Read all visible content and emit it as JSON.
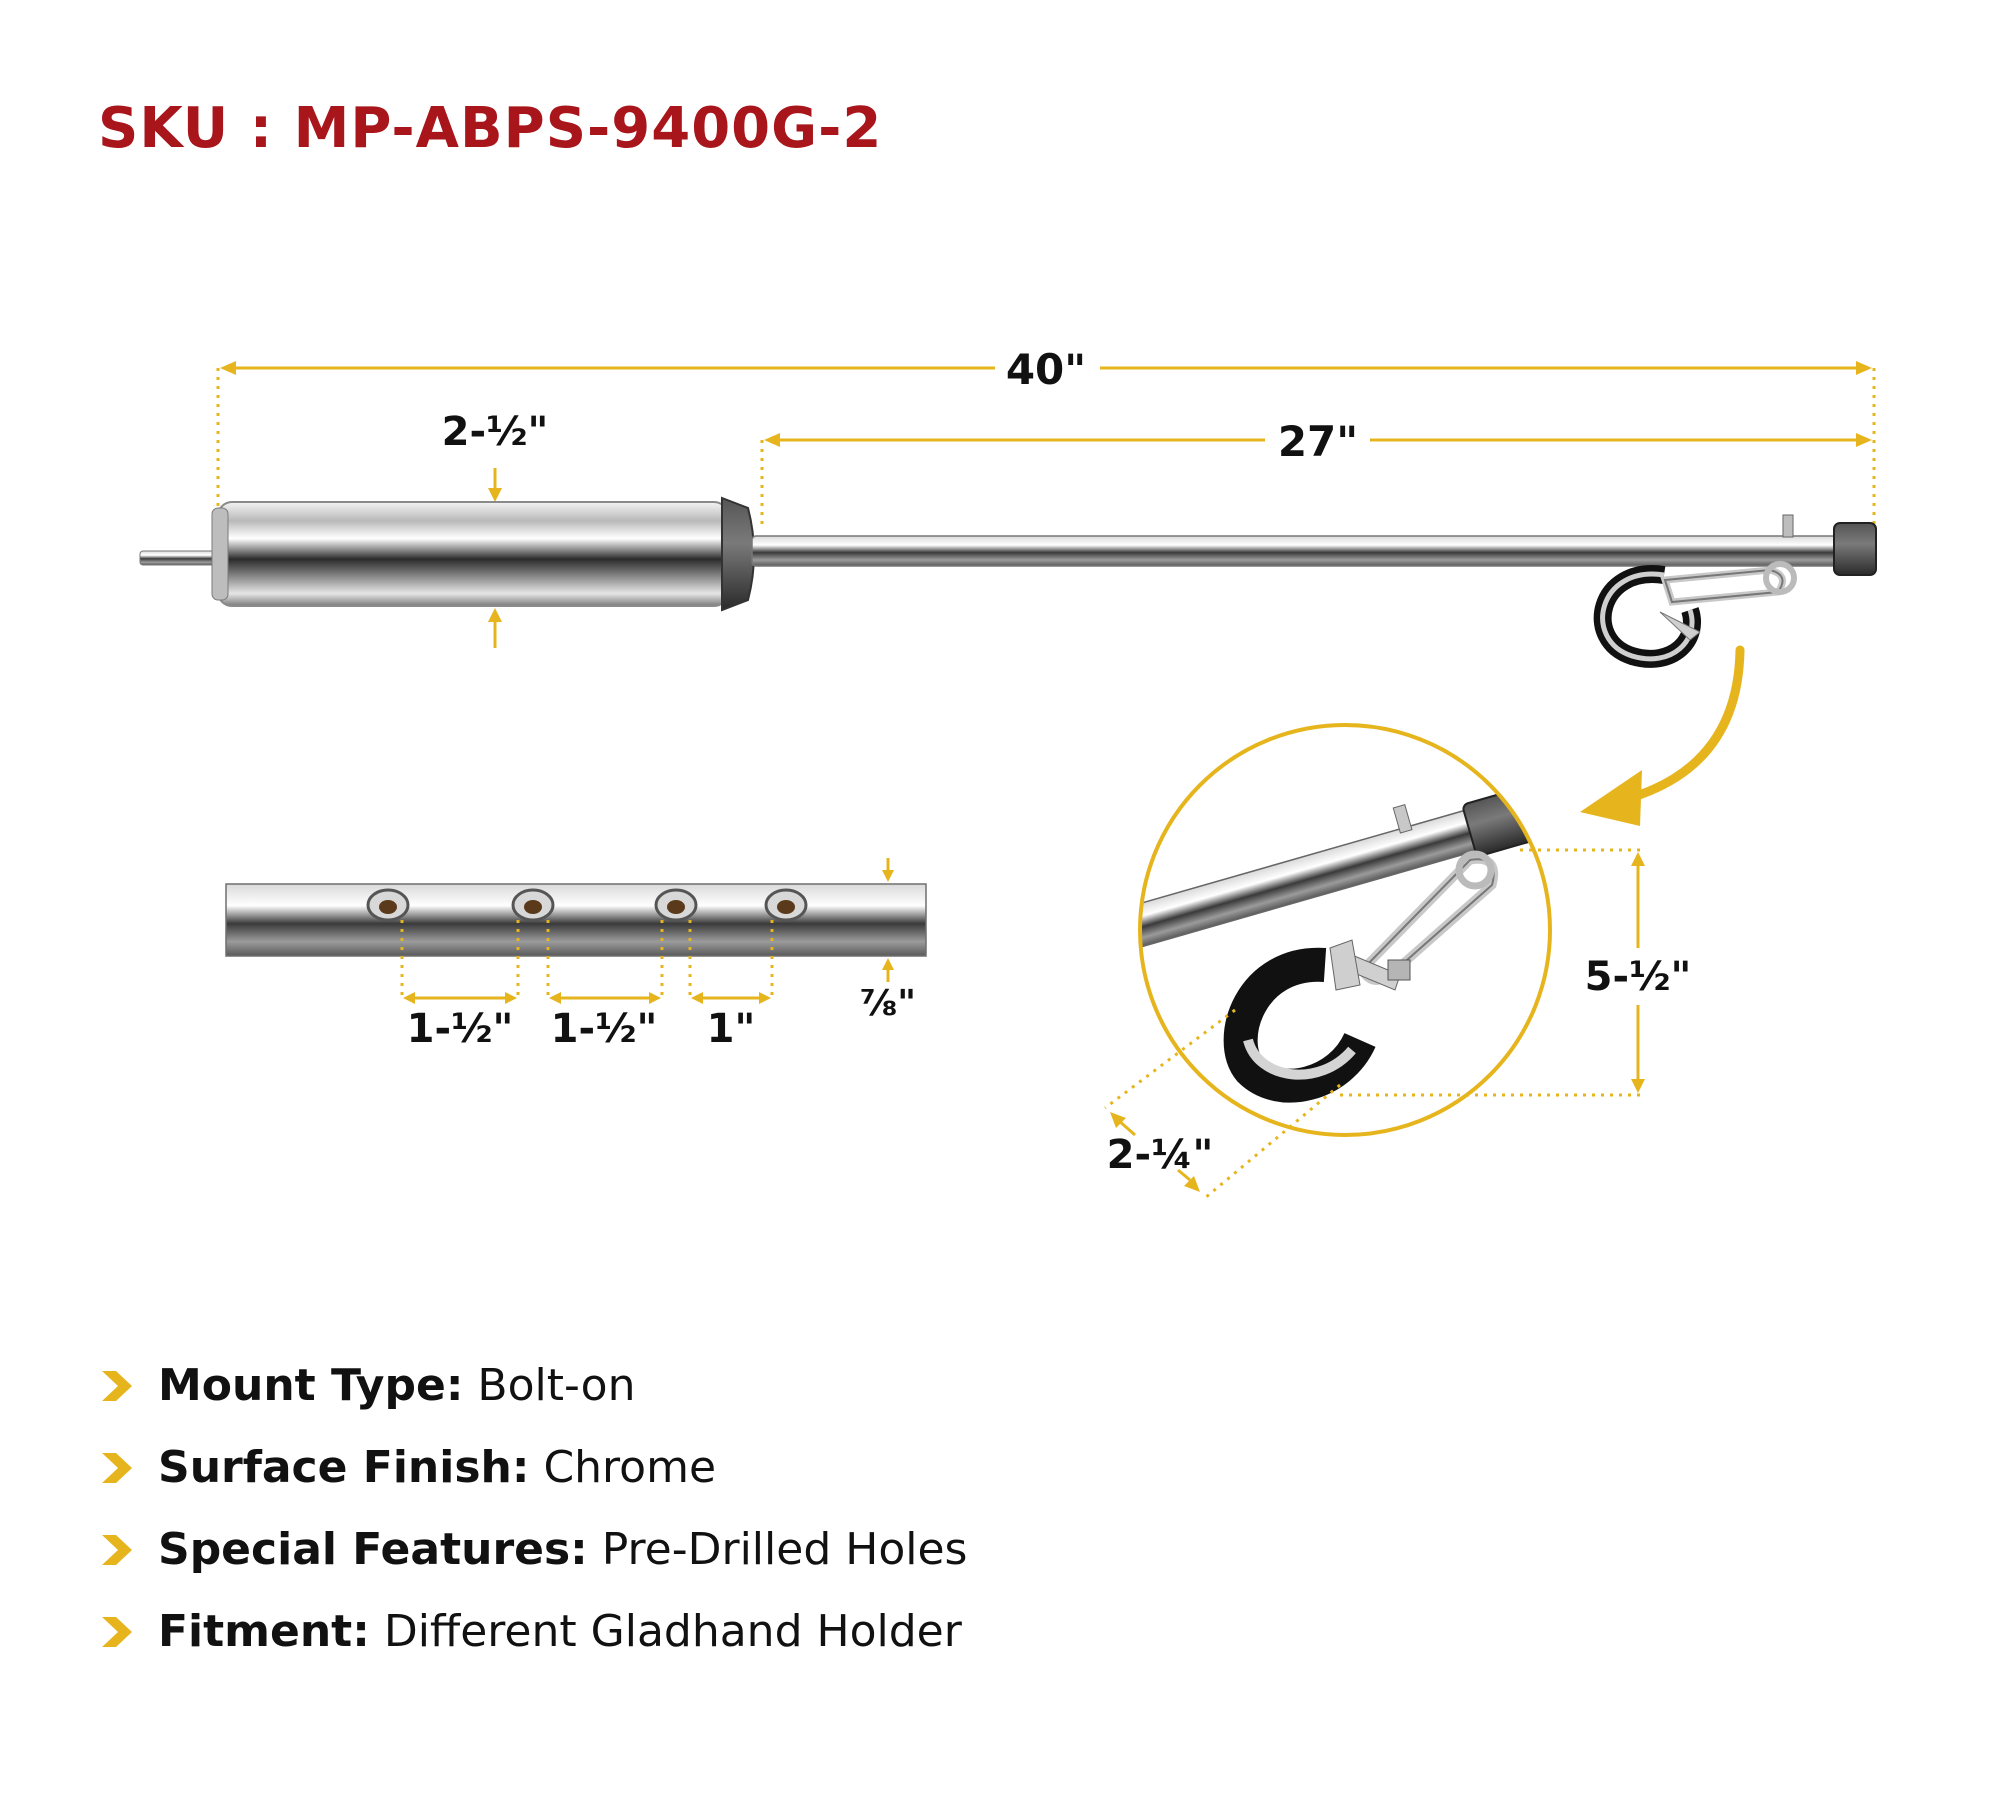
{
  "header": {
    "sku": "SKU : MP-ABPS-9400G-2"
  },
  "colors": {
    "sku_red": "#a8151b",
    "accent_yellow": "#e6b51e",
    "text": "#111111"
  },
  "dimensions": {
    "overall_length": "40\"",
    "arm_length": "27\"",
    "spring_diameter": "2-½\"",
    "hole_spacing": [
      "1-½\"",
      "1-½\"",
      "1\""
    ],
    "tube_diameter": "⅞\"",
    "holder_height": "5-½\"",
    "clamp_diameter": "2-¼\""
  },
  "specs": [
    {
      "label": "Mount Type:",
      "value": " Bolt-on"
    },
    {
      "label": "Surface Finish:",
      "value": " Chrome"
    },
    {
      "label": "Special Features:",
      "value": " Pre-Drilled Holes"
    },
    {
      "label": "Fitment:",
      "value": " Different Gladhand Holder"
    }
  ]
}
